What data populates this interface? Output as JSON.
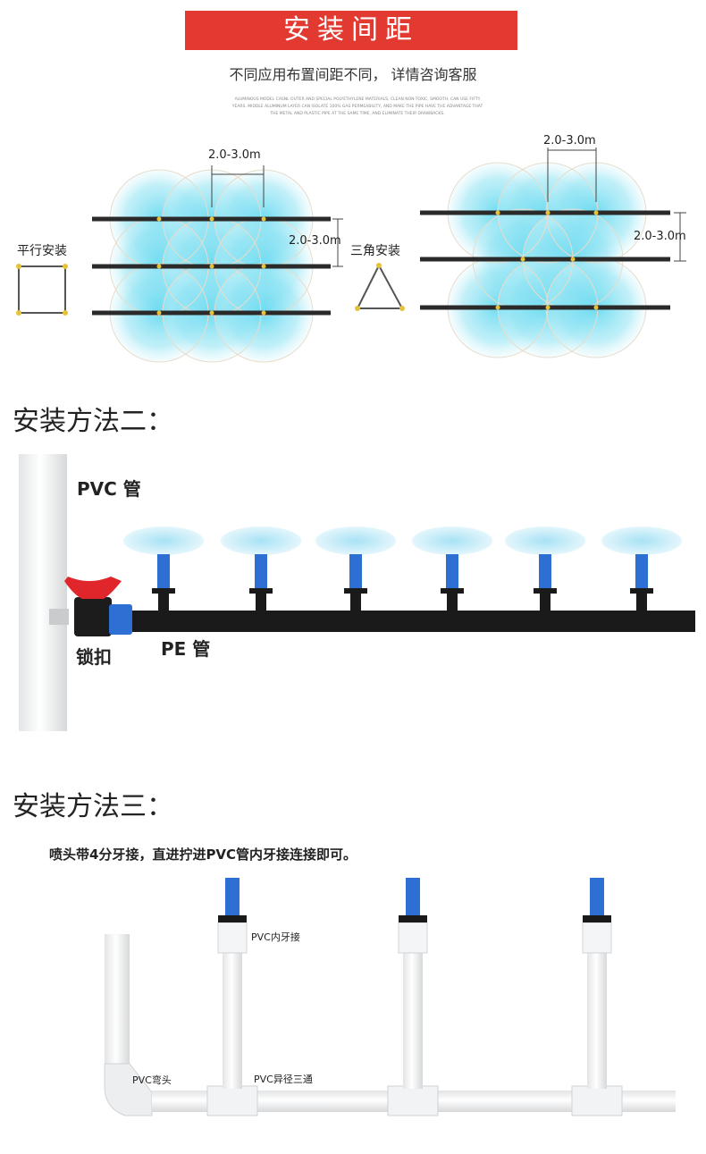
{
  "title": "安装间距",
  "subtitle": "不同应用布置间距不同，  详情咨询客服",
  "english_note": "ALUMINOUS MODEL CASNL OUTER AND SPECIAL POLYETHYLENE MATERIALS, CLEAN NON-TOXIC, SMOOTH, CAN USE FIFTY YEARS. MIDDLE ALUMINUM LAYER CAN ISOLATE 100% GAS PERMEABILITY, AND MAKE THE PIPE HAVE THE ADVANTAGE THAT THE METAL AND PLASTIC PIPE AT THE SAME TIME, AND ELIMINATE THEIR DRAWBACKS.",
  "spacing": {
    "parallel": {
      "label": "平行安装",
      "horizontal_dim": "2.0-3.0m",
      "vertical_dim": "2.0-3.0m"
    },
    "triangle": {
      "label": "三角安装",
      "horizontal_dim": "2.0-3.0m",
      "vertical_dim": "2.0-3.0m"
    }
  },
  "method2": {
    "heading": "安装方法二：",
    "pvc_label": "PVC 管",
    "lock_label": "锁扣",
    "pe_label": "PE 管"
  },
  "method3": {
    "heading": "安装方法三：",
    "instruction": "喷头带4分牙接，直进拧进PVC管内牙接连接即可。",
    "inner_thread_label": "PVC内牙接",
    "elbow_label": "PVC弯头",
    "tee_label": "PVC异径三通"
  },
  "colors": {
    "banner": "#e23a31",
    "mist": "#5fd4ec",
    "nozzle": "#2e6fd6",
    "valve": "#e0262b"
  }
}
